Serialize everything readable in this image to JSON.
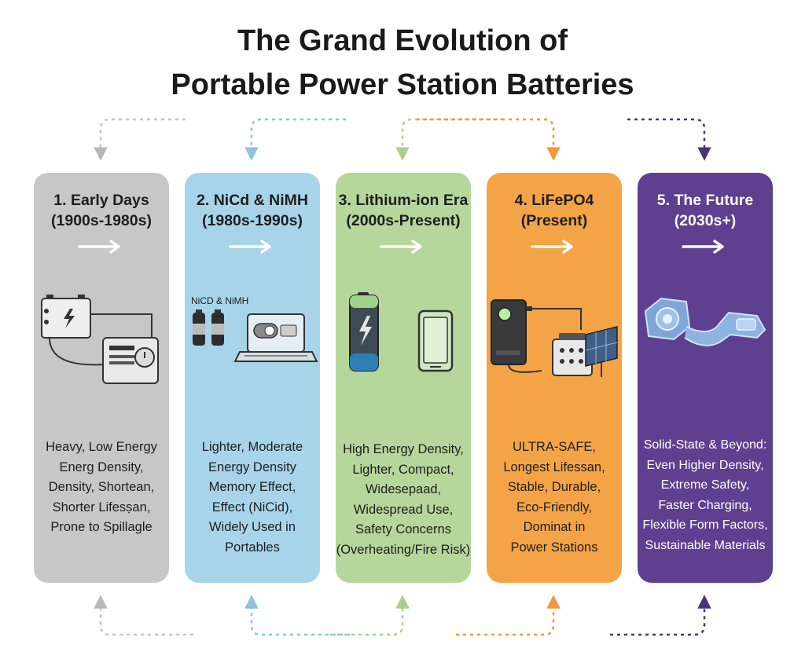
{
  "title": {
    "line1": "The Grand Evolution of",
    "line2": "Portable Power Station Batteries"
  },
  "colors": {
    "gray": "#c7c7c7",
    "blue": "#a8d4ea",
    "green": "#b5d79b",
    "orange": "#f4a447",
    "purple": "#5f3f8f"
  },
  "stages": [
    {
      "title_line1": "1. Early Days",
      "title_line2": "(1900s-1980s)",
      "icon": "lead-acid-battery-and-radio-icon",
      "desc": [
        "Heavy, Low Energy",
        "Energ Density,",
        "Density, Shortean,",
        "Shorter Lifesṣan,",
        "Prone to Spillagle"
      ]
    },
    {
      "title_line1": "2. NiCd & NiMH",
      "title_line2": "(1980s-1990s)",
      "icon_label": "NiCD & NiMH",
      "icon": "cylinder-cells-and-laptop-icon",
      "desc": [
        "Lighter, Moderate",
        "Energy Density",
        "Memory Effect,",
        "Effect (NiCid),",
        "Widely Used in",
        "Portables"
      ]
    },
    {
      "title_line1": "3. Lithium-ion Era",
      "title_line2": "(2000s-Present)",
      "icon": "lithium-cell-and-smartphone-icon",
      "desc": [
        "High Energy Density,",
        "Lighter, Compact,",
        "Widesepaad,",
        "Widespread Use,",
        "Safety Concerns",
        "(Overheating/Fire Risk)"
      ]
    },
    {
      "title_line1": "4. LiFePO4",
      "title_line2": "(Present)",
      "icon": "power-station-and-solar-panel-icon",
      "desc": [
        "ULTRA-SAFE,",
        "Longest Lifessan,",
        "Stable, Durable,",
        "Eco-Friendly,",
        "Dominat in",
        "Power Stations"
      ]
    },
    {
      "title_line1": "5. The Future",
      "title_line2": "(2030s+)",
      "icon": "solid-state-cell-icon",
      "desc": [
        "Solid-State & Beyond:",
        "Even Higher Density,",
        "Extreme Safety,",
        "Faster Charging,",
        "Flexible Form Factors,",
        "Sustainable Materials"
      ]
    }
  ]
}
